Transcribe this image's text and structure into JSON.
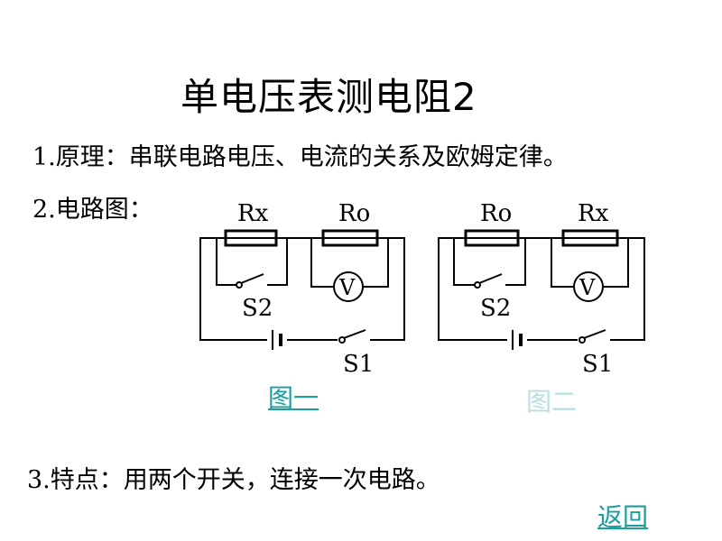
{
  "slide": {
    "title": "单电压表测电阻2",
    "principle": "1.原理：串联电路电压、电流的关系及欧姆定律。",
    "diagram_label": "2.电路图：",
    "features": "3.特点：用两个开关，连接一次电路。"
  },
  "circuit1": {
    "left_resistor": "Rx",
    "right_resistor": "Ro",
    "switch_inner": "S2",
    "switch_main": "S1",
    "meter": "V"
  },
  "circuit2": {
    "left_resistor": "Ro",
    "right_resistor": "Rx",
    "switch_inner": "S2",
    "switch_main": "S1",
    "meter": "V"
  },
  "links": {
    "figure1": "图一",
    "figure2": "图二",
    "back": "返回"
  },
  "colors": {
    "link": "#1a9e9e",
    "link_faded": "#b8e0e0"
  }
}
